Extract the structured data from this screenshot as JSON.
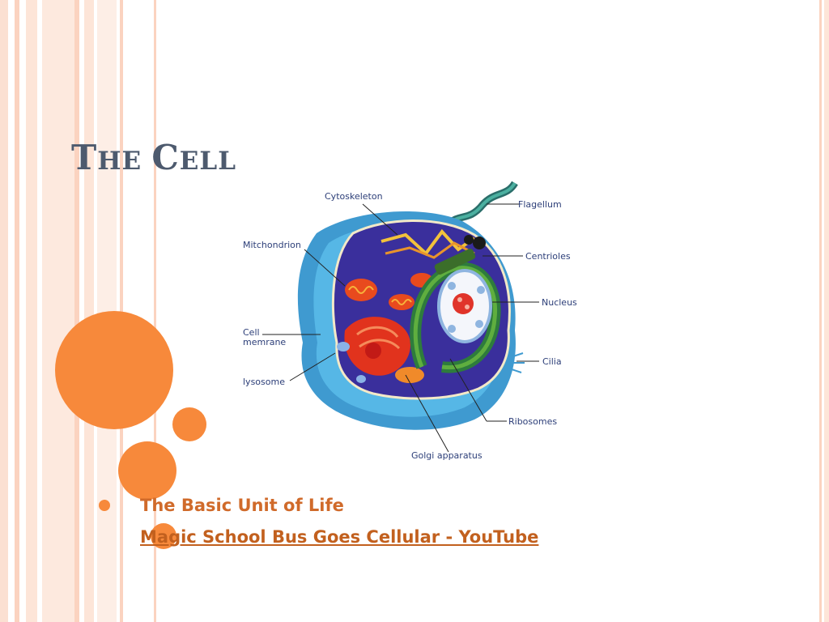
{
  "slide": {
    "title_first_letter": "T",
    "title_rest": "he",
    "title_second_first_letter": "C",
    "title_second_rest": "ell",
    "bullet_text": "The Basic Unit of Life",
    "link_text": "Magic School Bus Goes Cellular - YouTube"
  },
  "diagram": {
    "labels": {
      "cytoskeleton": "Cytoskeleton",
      "flagellum": "Flagellum",
      "mitochondrion": "Mitchondrion",
      "centrioles": "Centrioles",
      "nucleus": "Nucleus",
      "cell_membrane_1": "Cell",
      "cell_membrane_2": "memrane",
      "cilia": "Cilia",
      "lysosome": "lysosome",
      "ribosomes": "Ribosomes",
      "golgi": "Golgi apparatus"
    }
  },
  "colors": {
    "accent": "#f7893b",
    "title": "#4d5a6e",
    "text": "#d06a2a",
    "link": "#c2601e"
  }
}
